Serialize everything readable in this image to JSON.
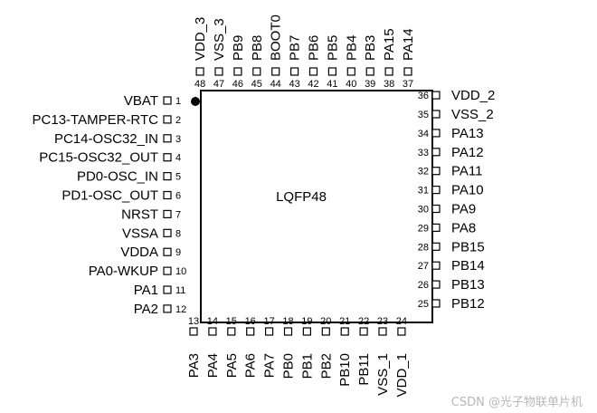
{
  "chip": {
    "name": "LQFP48"
  },
  "watermark": "CSDN @光子物联单片机",
  "pins": {
    "left": [
      {
        "num": "1",
        "label": "VBAT"
      },
      {
        "num": "2",
        "label": "PC13-TAMPER-RTC"
      },
      {
        "num": "3",
        "label": "PC14-OSC32_IN"
      },
      {
        "num": "4",
        "label": "PC15-OSC32_OUT"
      },
      {
        "num": "5",
        "label": "PD0-OSC_IN"
      },
      {
        "num": "6",
        "label": "PD1-OSC_OUT"
      },
      {
        "num": "7",
        "label": "NRST"
      },
      {
        "num": "8",
        "label": "VSSA"
      },
      {
        "num": "9",
        "label": "VDDA"
      },
      {
        "num": "10",
        "label": "PA0-WKUP"
      },
      {
        "num": "11",
        "label": "PA1"
      },
      {
        "num": "12",
        "label": "PA2"
      }
    ],
    "bottom": [
      {
        "num": "13",
        "label": "PA3"
      },
      {
        "num": "14",
        "label": "PA4"
      },
      {
        "num": "15",
        "label": "PA5"
      },
      {
        "num": "16",
        "label": "PA6"
      },
      {
        "num": "17",
        "label": "PA7"
      },
      {
        "num": "18",
        "label": "PB0"
      },
      {
        "num": "19",
        "label": "PB1"
      },
      {
        "num": "20",
        "label": "PB2"
      },
      {
        "num": "21",
        "label": "PB10"
      },
      {
        "num": "22",
        "label": "PB11"
      },
      {
        "num": "23",
        "label": "VSS_1"
      },
      {
        "num": "24",
        "label": "VDD_1"
      }
    ],
    "right": [
      {
        "num": "25",
        "label": "PB12"
      },
      {
        "num": "26",
        "label": "PB13"
      },
      {
        "num": "27",
        "label": "PB14"
      },
      {
        "num": "28",
        "label": "PB15"
      },
      {
        "num": "29",
        "label": "PA8"
      },
      {
        "num": "30",
        "label": "PA9"
      },
      {
        "num": "31",
        "label": "PA10"
      },
      {
        "num": "32",
        "label": "PA11"
      },
      {
        "num": "33",
        "label": "PA12"
      },
      {
        "num": "34",
        "label": "PA13"
      },
      {
        "num": "35",
        "label": "VSS_2"
      },
      {
        "num": "36",
        "label": "VDD_2"
      }
    ],
    "top": [
      {
        "num": "37",
        "label": "PA14"
      },
      {
        "num": "38",
        "label": "PA15"
      },
      {
        "num": "39",
        "label": "PB3"
      },
      {
        "num": "40",
        "label": "PB4"
      },
      {
        "num": "41",
        "label": "PB5"
      },
      {
        "num": "42",
        "label": "PB6"
      },
      {
        "num": "43",
        "label": "PB7"
      },
      {
        "num": "44",
        "label": "BOOT0"
      },
      {
        "num": "45",
        "label": "PB8"
      },
      {
        "num": "46",
        "label": "PB9"
      },
      {
        "num": "47",
        "label": "VSS_3"
      },
      {
        "num": "48",
        "label": "VDD_3"
      }
    ]
  }
}
